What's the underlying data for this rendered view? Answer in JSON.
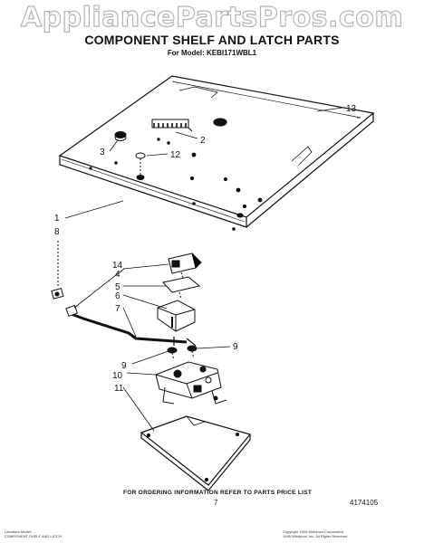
{
  "watermark": "AppliancePartsPros.com",
  "title": "COMPONENT SHELF AND LATCH PARTS",
  "model": "For Model: KEBI171WBL1",
  "callouts": {
    "c13": "13",
    "c2": "2",
    "c3": "3",
    "c12": "12",
    "c1": "1",
    "c8": "8",
    "c14": "14",
    "c4": "4",
    "c5": "5",
    "c6": "6",
    "c7": "7",
    "c9a": "9",
    "c9b": "9",
    "c10": "10",
    "c11": "11"
  },
  "footer": "FOR ORDERING INFORMATION REFER TO PARTS PRICE LIST",
  "page_number": "7",
  "doc_number": "4174105",
  "fine_print_left": [
    "Literature Model: ...",
    "COMPONENT SHELF AND LATCH"
  ],
  "fine_print_right": [
    "Copyright 1994 Whirlpool Corporation",
    "1995 Whirlpool, Inc.  All Rights Reserved"
  ]
}
